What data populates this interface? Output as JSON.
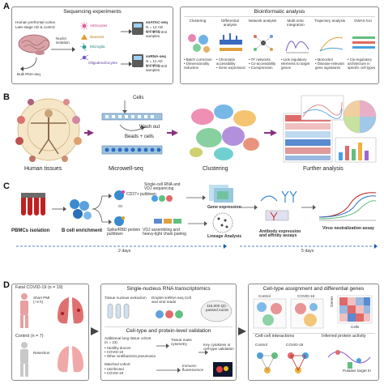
{
  "panels": {
    "A": {
      "letter": "A",
      "seq_title": "Sequencing experiments",
      "seq_labels": {
        "cohort_1": "Human prefrontal cortex",
        "cohort_2": "Late-stage AD & control",
        "nuclei": "Nuclei",
        "isolation": "isolation",
        "astrocytes": "Astrocytes",
        "neurons": "Neurons",
        "microglia": "Microglia",
        "oligodendrocytes": "Oligodendrocytes",
        "bulk": "Bulk RNA-seq",
        "snatac": "snATAC-seq",
        "snatac_n1": "N = 12 AD samples",
        "snatac_n2": "N = 8 control samples",
        "snrna": "snRNA-seq",
        "snrna_n1": "N = 11 AD samples",
        "snrna_n2": "N = 7 control samples"
      },
      "bio_title": "Bioinformatic analysis",
      "columns": [
        "Clustering",
        "Differential analysis",
        "Network analysis",
        "Multi-omic integration",
        "Trajectory analysis",
        "GWAS loci"
      ],
      "bullets": [
        [
          "• Batch correction",
          "• Dimensionality reduction"
        ],
        [
          "• Chromatin accessibility",
          "• Gene expression"
        ],
        [
          "• TF networks",
          "• Co-accessibility",
          "• Coexpression"
        ],
        [
          "• Link regulatory elements to target genes"
        ],
        [
          "• Monocle3",
          "• Disease-relevant gene signatures"
        ],
        [
          "• Cis-regulatory architecture in specific cell types"
        ]
      ]
    },
    "B": {
      "letter": "B",
      "cells": "Cells",
      "wash": "Wash out",
      "beads": "Beads + cells",
      "steps": [
        "Human tissues",
        "Microwell-seq",
        "Clustering",
        "Further analysis"
      ]
    },
    "C": {
      "letter": "C",
      "pbmc": "PBMCs isolation",
      "bcell": "B cell enrichment",
      "cd27": "CD27+ pulldown",
      "or": "Or",
      "spike": "Spike/RBD protein pulldown",
      "sc_rna": "Single-cell RNA and VDJ sequencing",
      "vdj": "VDJ assembling and heavy-light chain pairing",
      "gene_expr": "Gene expression",
      "lineage": "Lineage Analysis",
      "antibody": "Antibody expression and affinity assays",
      "virus": "Virus neutralization assay",
      "days2": "2 days",
      "days5": "5 days"
    },
    "D": {
      "letter": "D",
      "fatal": "Fatal COVID-19 (n = 19)",
      "short_pmi": "Short PMI (~4 h)",
      "control": "Control (n = 7)",
      "resection": "Resection",
      "sn_title": "Single-nucleus RNA transcriptomics",
      "tissue_nucleus": "Tissue nucleus extraction",
      "droplet": "Droplet snRNA-seq Cell and viral reads",
      "qc": "116,000 QC-passed nuclei",
      "validation_title": "Cell-type and protein-level validation",
      "add_lung": "Additional lung tissue cohort (n = 23)",
      "add_items": [
        "• Healthy donors",
        "• COVID-19",
        "• Other viral/bacteria pneumonia"
      ],
      "matched": "Matched cohort",
      "matched_items": [
        "• Uninfected",
        "• COVID-19"
      ],
      "mass_cyto": "Tissue mass cytometry",
      "key_cyto": "Key cytokines or cell-type validation",
      "immuno": "Immuno-fluorescence",
      "assign_title": "Cell-type assignment and differential genes",
      "ctl_label": "Control",
      "covid_label": "COVID-19",
      "genes": "Genes",
      "cells": "Cells",
      "cci": "Cell-cell interactions",
      "control2": "Control",
      "covid2": "COVID-19",
      "inferred": "Inferred protein activity",
      "putative": "Putative target III"
    }
  },
  "colors": {
    "arrow_purple": "#8b2f7e",
    "dashed_blue": "#1a5fb4",
    "bead_blue": "#2b6cc4",
    "covid_red": "#d9534f"
  }
}
